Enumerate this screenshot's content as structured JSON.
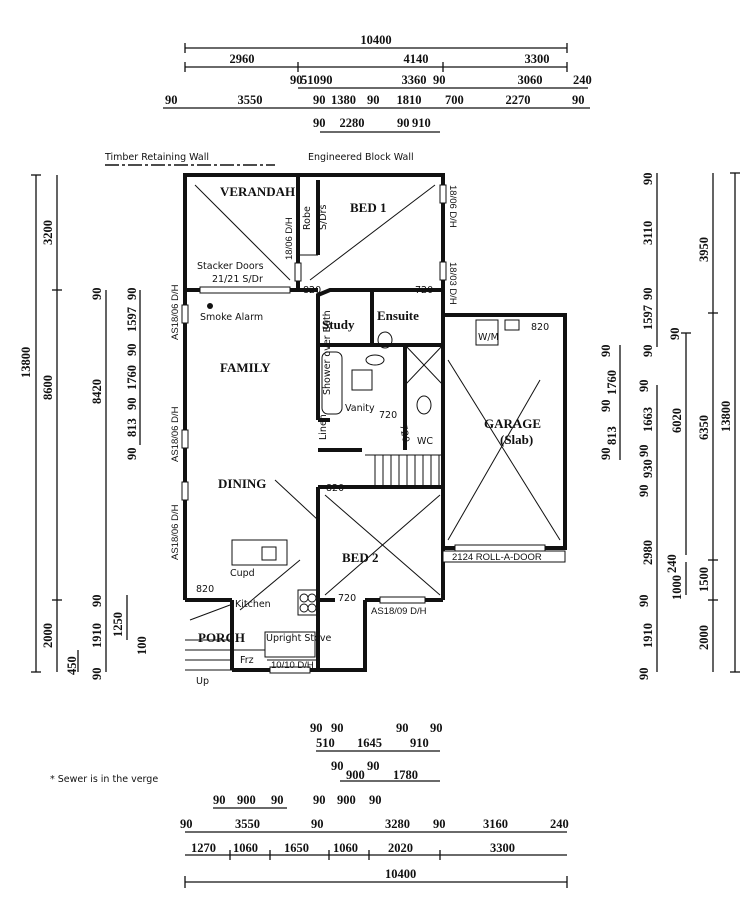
{
  "notes": {
    "retaining_wall": "Timber Retaining Wall",
    "block_wall": "Engineered Block Wall",
    "sewer": "* Sewer is in the verge"
  },
  "rooms": {
    "verandah": "VERANDAH",
    "bed1": "BED 1",
    "robe": "Robe",
    "robe_doors": "S/Drs",
    "study": "Study",
    "ensuite": "Ensuite",
    "family": "FAMILY",
    "dining": "DINING",
    "garage": "GARAGE",
    "garage_sub": "(Slab)",
    "bed2": "BED 2",
    "porch": "PORCH",
    "kitchen": "Kitchen",
    "frz": "Frz",
    "stove": "Upright Stove",
    "wc": "WC",
    "linen": "Linen",
    "bath": "Shower over Bath",
    "vanity": "Vanity",
    "wm": "W/M",
    "smoke": "Smoke Alarm",
    "up": "Up",
    "pantry": "Cupd",
    "stacker": "Stacker Doors",
    "stacker_size": "21/21 S/Dr"
  },
  "openings": {
    "verandah_window": "18/06 D/H",
    "bed1_window_1": "18/06 D/H",
    "bed1_window_2": "18/03 D/H",
    "family_window": "AS18/06 D/H",
    "dining_window_1": "AS18/06 D/H",
    "dining_window_2": "AS18/06 D/H",
    "bed2_window": "AS18/09 D/H",
    "kitchen_window": "10/10 D/H",
    "garage_door": "2124 ROLL-A-DOOR",
    "door_bed1": "820",
    "door_ensuite": "720",
    "door_bath": "720",
    "door_wc": "720",
    "door_bed2": "820",
    "door_bed2_robe": "720",
    "door_entry": "820",
    "door_garage": "820"
  },
  "dims_top": {
    "overall": "10400",
    "row2": [
      "2960",
      "4140",
      "3300"
    ],
    "row3": [
      "90",
      "510",
      "90",
      "3360",
      "90",
      "3060",
      "240"
    ],
    "row4": [
      "90",
      "3550",
      "90",
      "1380",
      "90",
      "1810",
      "700",
      "2270",
      "90"
    ],
    "row5": [
      "90",
      "2280",
      "90",
      "910"
    ]
  },
  "dims_left": {
    "overall": "13800",
    "col2": [
      "3200",
      "8600",
      "2000"
    ],
    "col3": [
      "8420",
      "1910",
      "90",
      "90",
      "90"
    ],
    "small": [
      "450",
      "1250",
      "100"
    ],
    "col4": [
      "90",
      "1597",
      "90",
      "1760",
      "90",
      "813",
      "90"
    ]
  },
  "dims_right": {
    "col1": [
      "90",
      "3110",
      "90",
      "1597",
      "90"
    ],
    "col1b": [
      "90",
      "1663",
      "90",
      "930",
      "90",
      "2980",
      "90",
      "1910",
      "90"
    ],
    "col0": [
      "90",
      "1760",
      "90",
      "813",
      "90"
    ],
    "col2": [
      "90",
      "6020",
      "240",
      "1000"
    ],
    "col3": [
      "3950",
      "6350",
      "1500",
      "2000"
    ],
    "overall": "13800"
  },
  "dims_bottom": {
    "row1_labels": [
      "90",
      "90",
      "90",
      "90"
    ],
    "row1": [
      "510",
      "1645",
      "910"
    ],
    "row2_labels": [
      "90",
      "90"
    ],
    "row2": [
      "900",
      "1780"
    ],
    "row3a": [
      "90",
      "900",
      "90"
    ],
    "row3b": [
      "90",
      "900",
      "90"
    ],
    "row4": [
      "90",
      "3550",
      "90",
      "3280",
      "90",
      "3160",
      "240"
    ],
    "row5": [
      "1270",
      "1060",
      "1650",
      "1060",
      "2020",
      "3300"
    ],
    "overall": "10400"
  }
}
